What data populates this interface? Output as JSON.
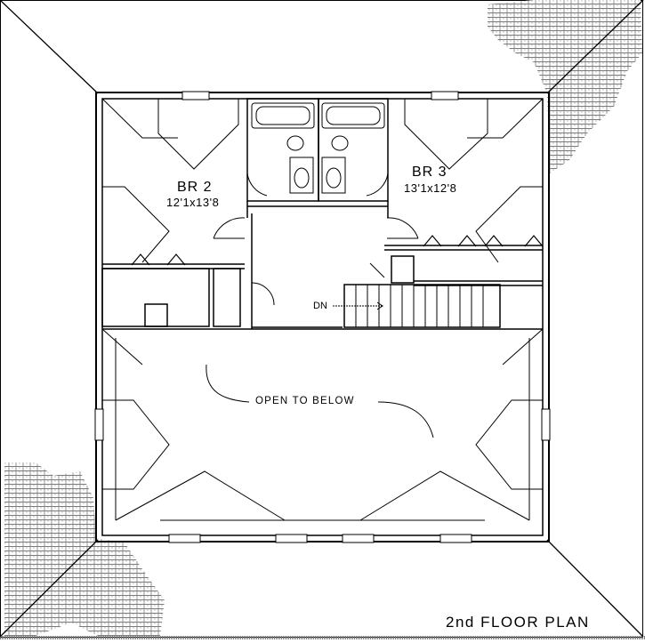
{
  "drawing": {
    "title": "2nd FLOOR PLAN",
    "rooms": [
      {
        "name": "BR 2",
        "dimensions": "12'1x13'8"
      },
      {
        "name": "BR 3",
        "dimensions": "13'1x12'8"
      }
    ],
    "notes": {
      "open_area": "OPEN TO BELOW",
      "stair": "DN"
    }
  },
  "colors": {
    "line": "#000000",
    "background": "#ffffff",
    "roof_texture": "#8a8a8a"
  }
}
